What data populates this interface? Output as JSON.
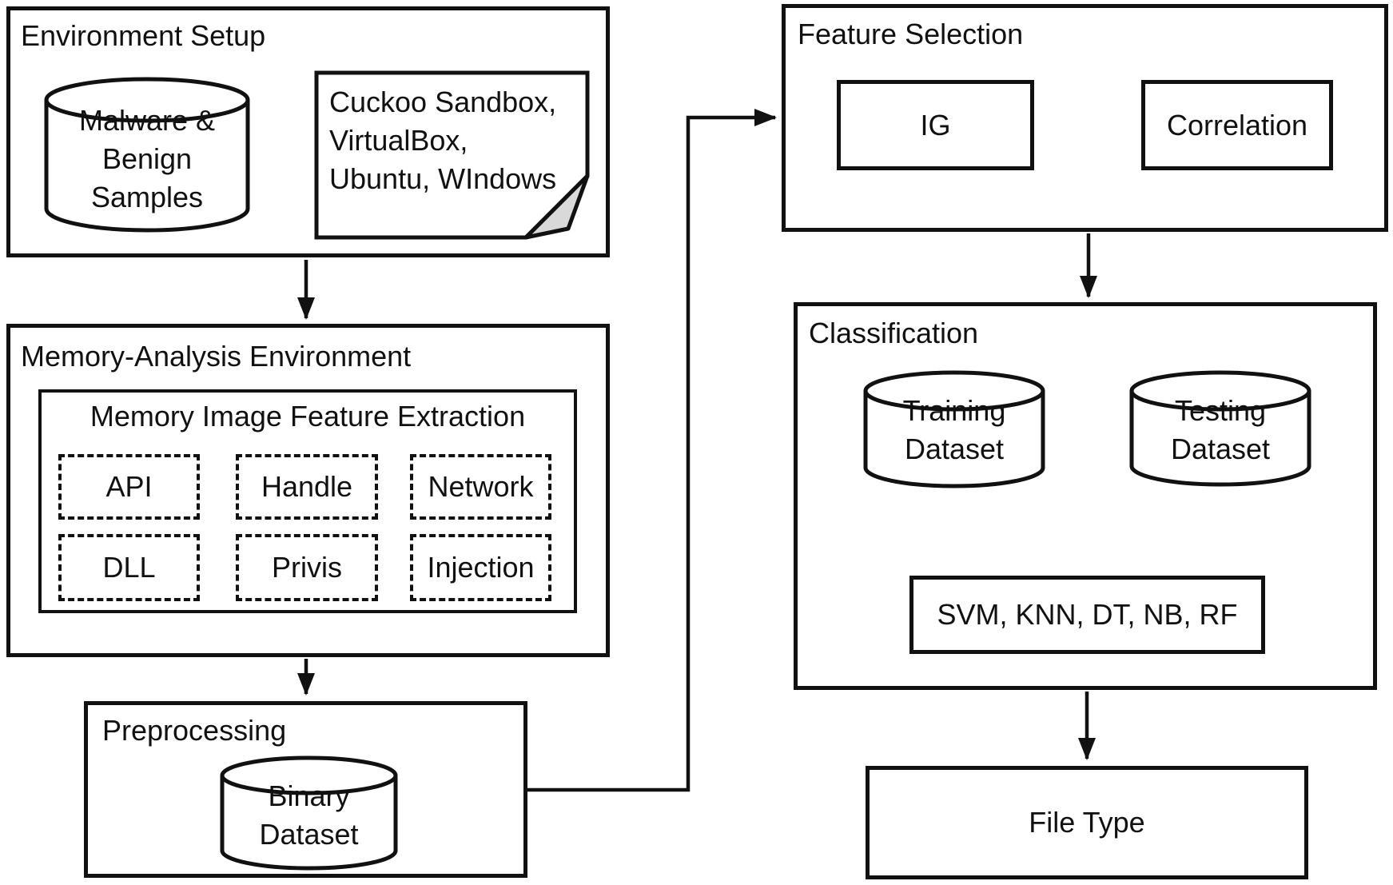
{
  "colors": {
    "stroke": "#111111",
    "fill": "#ffffff",
    "fold": "#d9d9d9"
  },
  "env_setup": {
    "title": "Environment Setup",
    "samples_db": {
      "lines": [
        "Malware &",
        "Benign",
        "Samples"
      ]
    },
    "tools_note": {
      "lines": [
        "Cuckoo Sandbox,",
        "VirtualBox,",
        "Ubuntu, WIndows"
      ]
    }
  },
  "memory_env": {
    "title": "Memory-Analysis Environment",
    "extraction": {
      "title": "Memory Image Feature Extraction",
      "features": [
        "API",
        "Handle",
        "Network",
        "DLL",
        "Privis",
        "Injection"
      ]
    }
  },
  "preprocessing": {
    "title": "Preprocessing",
    "dataset": {
      "lines": [
        "Binary",
        "Dataset"
      ]
    }
  },
  "feature_selection": {
    "title": "Feature Selection",
    "methods": [
      "IG",
      "Correlation"
    ]
  },
  "classification": {
    "title": "Classification",
    "training": {
      "lines": [
        "Training",
        "Dataset"
      ]
    },
    "testing": {
      "lines": [
        "Testing",
        "Dataset"
      ]
    },
    "classifiers": "SVM, KNN, DT, NB, RF"
  },
  "output": {
    "label": "File Type"
  }
}
